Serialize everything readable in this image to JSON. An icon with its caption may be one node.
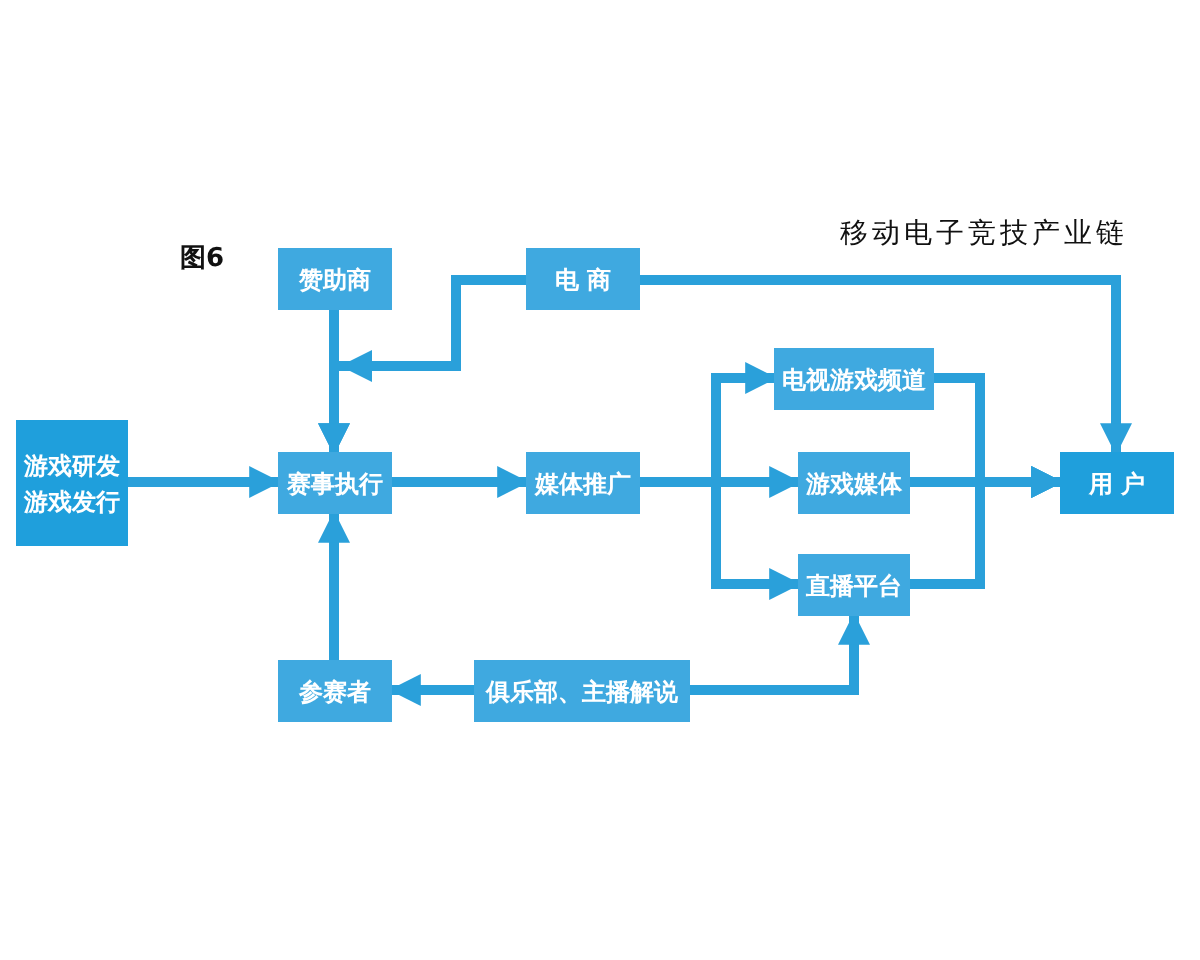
{
  "diagram": {
    "title": "移动电子竞技产业链",
    "nodes": [
      {
        "text": [
          "游戏研发",
          "游戏发行"
        ]
      },
      {
        "text": [
          "赞助商"
        ]
      },
      {
        "text": [
          "电 商"
        ]
      },
      {
        "text": [
          "赛事执行"
        ]
      },
      {
        "text": [
          "媒体推广"
        ]
      },
      {
        "text": [
          "电视游戏频道"
        ]
      },
      {
        "text": [
          "游戏媒体"
        ]
      },
      {
        "text": [
          "直播平台"
        ]
      },
      {
        "text": [
          "用 户"
        ]
      },
      {
        "text": [
          "参赛者"
        ]
      },
      {
        "text": [
          "俱乐部、主播解说"
        ]
      }
    ],
    "edges": [
      {
        "from": 0,
        "to": 3,
        "arrow": "to"
      },
      {
        "from": 1,
        "to": 3,
        "arrow": "to"
      },
      {
        "from": 2,
        "to": 3,
        "arrow": "to"
      },
      {
        "from": 2,
        "to": 8,
        "arrow": "to"
      },
      {
        "from": 3,
        "to": 4,
        "arrow": "to"
      },
      {
        "from": 4,
        "to": 5,
        "arrow": "to"
      },
      {
        "from": 4,
        "to": 6,
        "arrow": "to"
      },
      {
        "from": 4,
        "to": 7,
        "arrow": "to"
      },
      {
        "from": 5,
        "to": 8,
        "arrow": "to"
      },
      {
        "from": 6,
        "to": 8,
        "arrow": "to"
      },
      {
        "from": 7,
        "to": 8,
        "arrow": "to"
      },
      {
        "from": 10,
        "to": 9,
        "arrow": "to"
      },
      {
        "from": 9,
        "to": 3,
        "arrow": "to"
      },
      {
        "from": 10,
        "to": 7,
        "arrow": "to"
      }
    ],
    "labels": [
      "图6"
    ]
  }
}
